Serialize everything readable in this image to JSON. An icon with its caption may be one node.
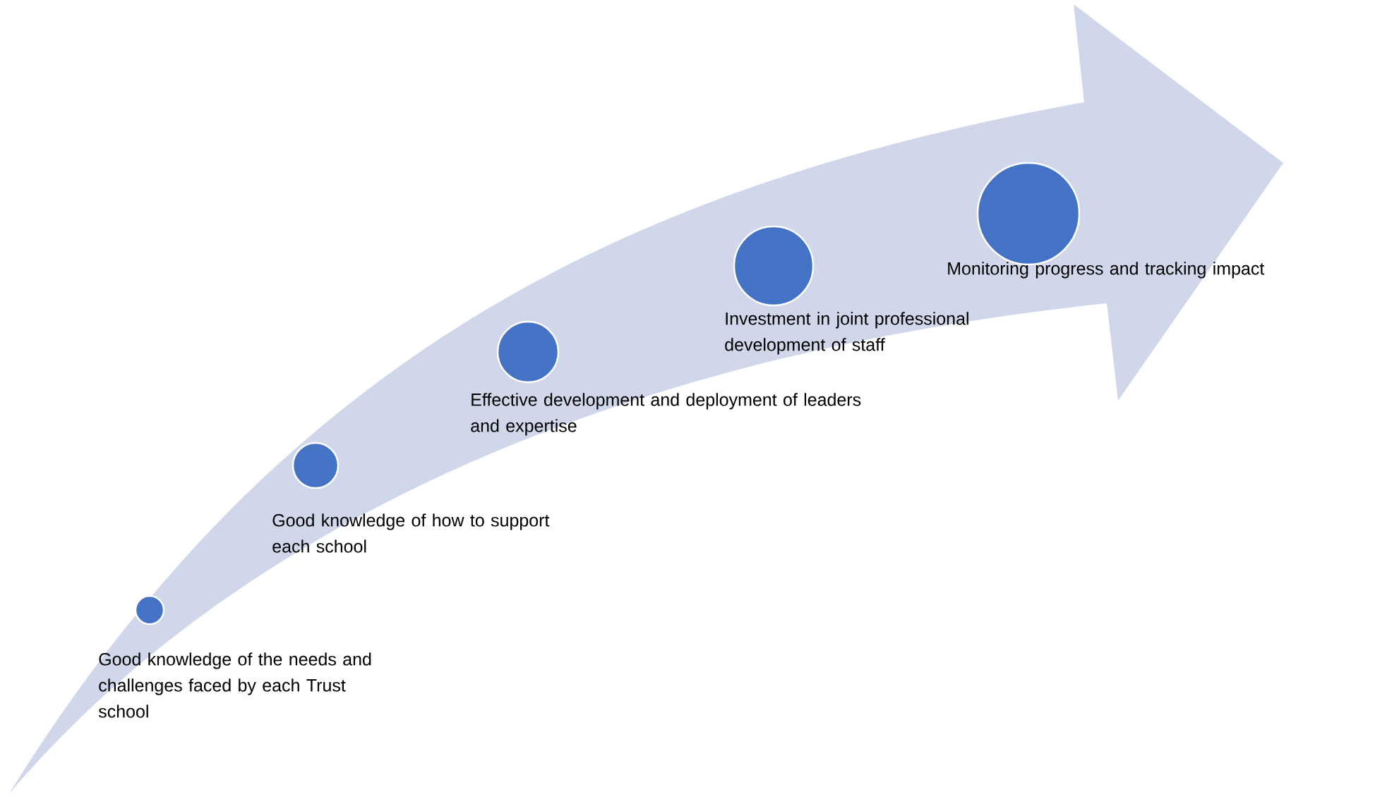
{
  "diagram": {
    "nodes": [
      {
        "text": [
          "Good knowledge of the needs and challenges faced by each Trust school"
        ]
      },
      {
        "text": [
          "Good knowledge of how to support each school"
        ]
      },
      {
        "text": [
          "Effective development and deployment of leaders and expertise"
        ]
      },
      {
        "text": [
          "Investment in joint professional development of staff"
        ]
      },
      {
        "text": [
          "Monitoring progress and tracking impact"
        ]
      }
    ]
  }
}
